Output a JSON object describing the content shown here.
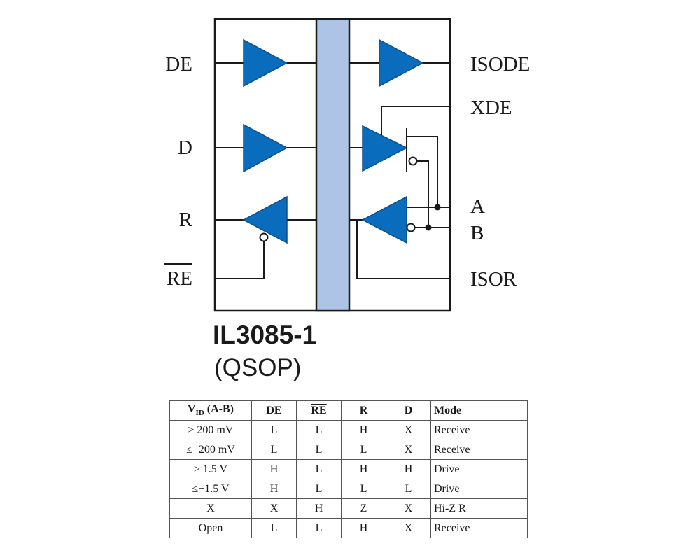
{
  "pins": {
    "left": [
      "DE",
      "D",
      "R",
      "RE"
    ],
    "right": [
      "ISODE",
      "XDE",
      "A",
      "B",
      "ISOR"
    ]
  },
  "part": {
    "name": "IL3085-1",
    "package": "(QSOP)"
  },
  "table": {
    "headers": {
      "vid_main": "V",
      "vid_sub": "ID",
      "vid_suffix": " (A-B)",
      "de": "DE",
      "re": "RE",
      "r": "R",
      "d": "D",
      "mode": "Mode"
    },
    "rows": [
      [
        "≥ 200 mV",
        "L",
        "L",
        "H",
        "X",
        "Receive"
      ],
      [
        "≤−200 mV",
        "L",
        "L",
        "L",
        "X",
        "Receive"
      ],
      [
        "≥ 1.5 V",
        "H",
        "L",
        "H",
        "H",
        "Drive"
      ],
      [
        "≤−1.5 V",
        "H",
        "L",
        "L",
        "L",
        "Drive"
      ],
      [
        "X",
        "X",
        "H",
        "Z",
        "X",
        "Hi-Z R"
      ],
      [
        "Open",
        "L",
        "L",
        "H",
        "X",
        "Receive"
      ]
    ]
  },
  "colors": {
    "buffer_fill": "#0a6cbd",
    "isolation_barrier": "#aec4e6"
  }
}
